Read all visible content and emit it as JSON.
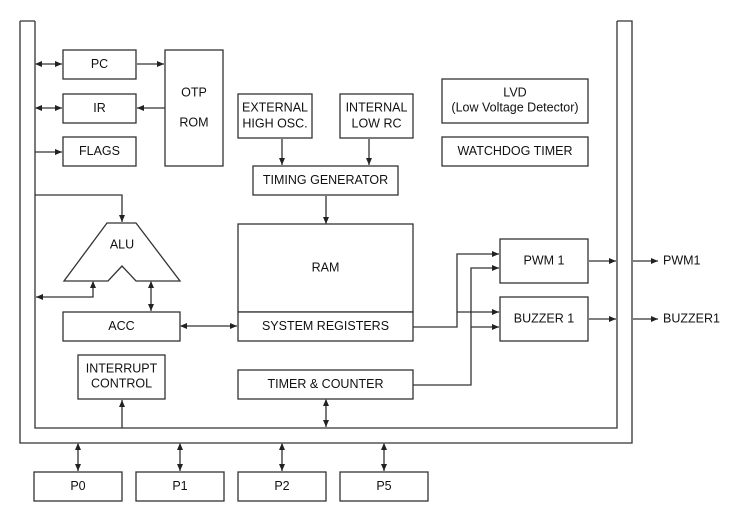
{
  "diagram": {
    "type": "block-diagram",
    "blocks": {
      "pc": "PC",
      "ir": "IR",
      "flags": "FLAGS",
      "otp_rom": [
        "OTP",
        "ROM"
      ],
      "ext_osc": [
        "EXTERNAL",
        "HIGH OSC."
      ],
      "int_rc": [
        "INTERNAL",
        "LOW RC"
      ],
      "lvd": [
        "LVD",
        "(Low Voltage Detector)"
      ],
      "watchdog": "WATCHDOG TIMER",
      "timing_gen": "TIMING GENERATOR",
      "alu": "ALU",
      "ram": "RAM",
      "sys_regs": "SYSTEM REGISTERS",
      "acc": "ACC",
      "pwm": "PWM 1",
      "buzzer": "BUZZER 1",
      "interrupt": [
        "INTERRUPT",
        "CONTROL"
      ],
      "timer": "TIMER & COUNTER",
      "ports": [
        "P0",
        "P1",
        "P2",
        "P5"
      ]
    },
    "outputs": {
      "pwm_out": "PWM1",
      "buzzer_out": "BUZZER1"
    },
    "colors": {
      "stroke": "#333333",
      "text": "#111111",
      "background": "#ffffff"
    }
  }
}
